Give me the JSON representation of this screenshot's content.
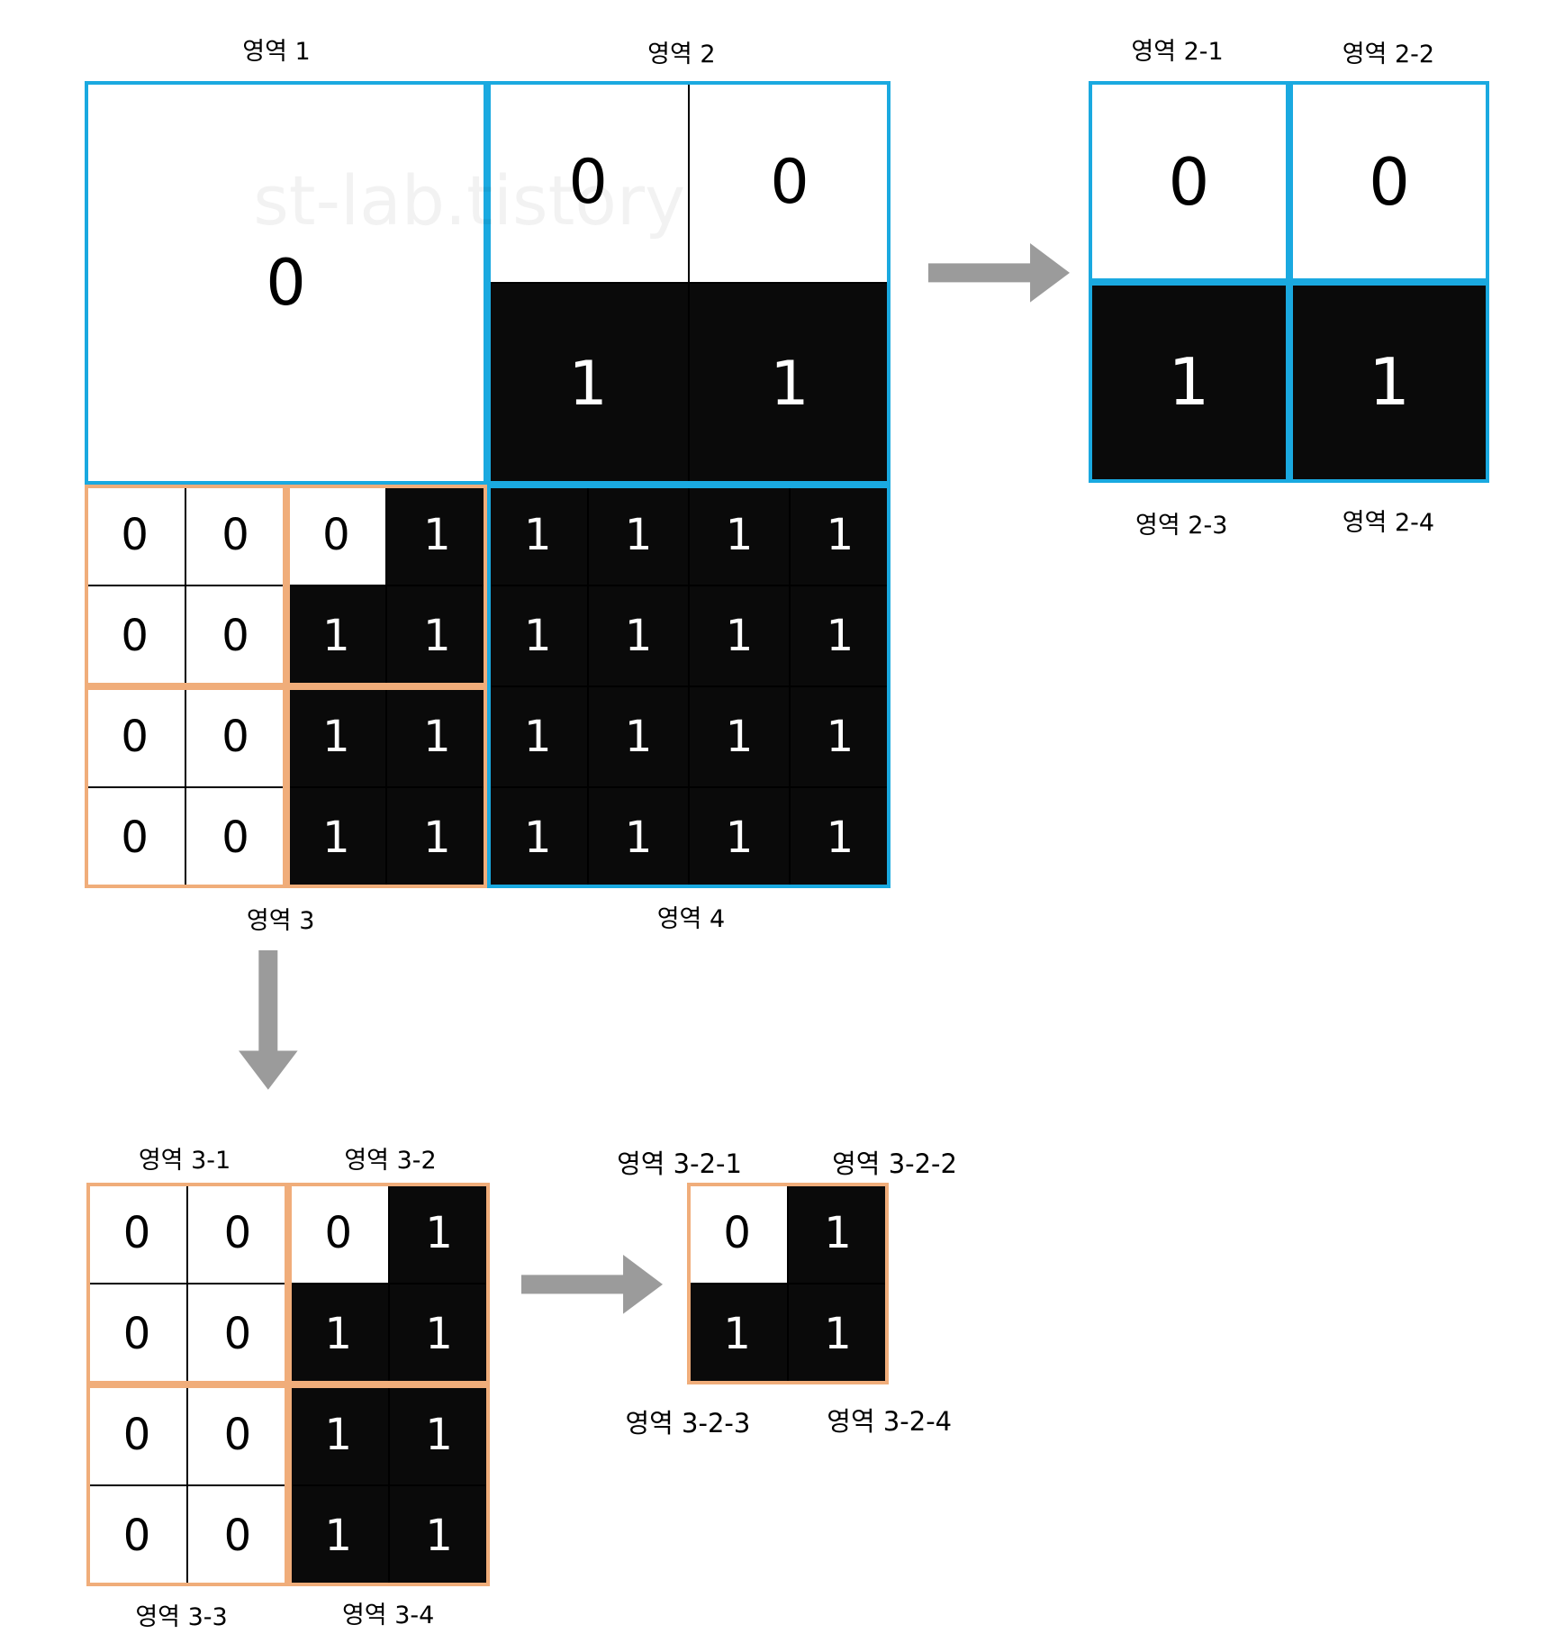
{
  "watermark": "st-lab.tistory",
  "colors": {
    "blue_frame": "#1aa9e0",
    "orange_frame": "#f0ad7a",
    "fill_black": "#0a0a0a",
    "arrow_gray": "#9b9b9b",
    "grid_line": "#000000"
  },
  "main": {
    "labels": {
      "r1": "영역 1",
      "r2": "영역 2",
      "r3": "영역 3",
      "r4": "영역 4"
    },
    "region1_value": "0",
    "region2_values": [
      "0",
      "0",
      "1",
      "1"
    ],
    "region3_rows": [
      [
        "0",
        "0",
        "0",
        "1"
      ],
      [
        "0",
        "0",
        "1",
        "1"
      ],
      [
        "0",
        "0",
        "1",
        "1"
      ],
      [
        "0",
        "0",
        "1",
        "1"
      ]
    ],
    "region4_rows": [
      [
        "1",
        "1",
        "1",
        "1"
      ],
      [
        "1",
        "1",
        "1",
        "1"
      ],
      [
        "1",
        "1",
        "1",
        "1"
      ],
      [
        "1",
        "1",
        "1",
        "1"
      ]
    ]
  },
  "split2": {
    "labels": {
      "q1": "영역 2-1",
      "q2": "영역 2-2",
      "q3": "영역 2-3",
      "q4": "영역 2-4"
    },
    "values": [
      "0",
      "0",
      "1",
      "1"
    ]
  },
  "split3": {
    "labels": {
      "q1": "영역 3-1",
      "q2": "영역 3-2",
      "q3": "영역 3-3",
      "q4": "영역 3-4"
    },
    "rows": [
      [
        "0",
        "0",
        "0",
        "1"
      ],
      [
        "0",
        "0",
        "1",
        "1"
      ],
      [
        "0",
        "0",
        "1",
        "1"
      ],
      [
        "0",
        "0",
        "1",
        "1"
      ]
    ]
  },
  "split32": {
    "labels": {
      "q1": "영역 3-2-1",
      "q2": "영역 3-2-2",
      "q3": "영역 3-2-3",
      "q4": "영역 3-2-4"
    },
    "values": [
      "0",
      "1",
      "1",
      "1"
    ]
  },
  "arrows": [
    "arrow-right",
    "arrow-down",
    "arrow-right"
  ]
}
